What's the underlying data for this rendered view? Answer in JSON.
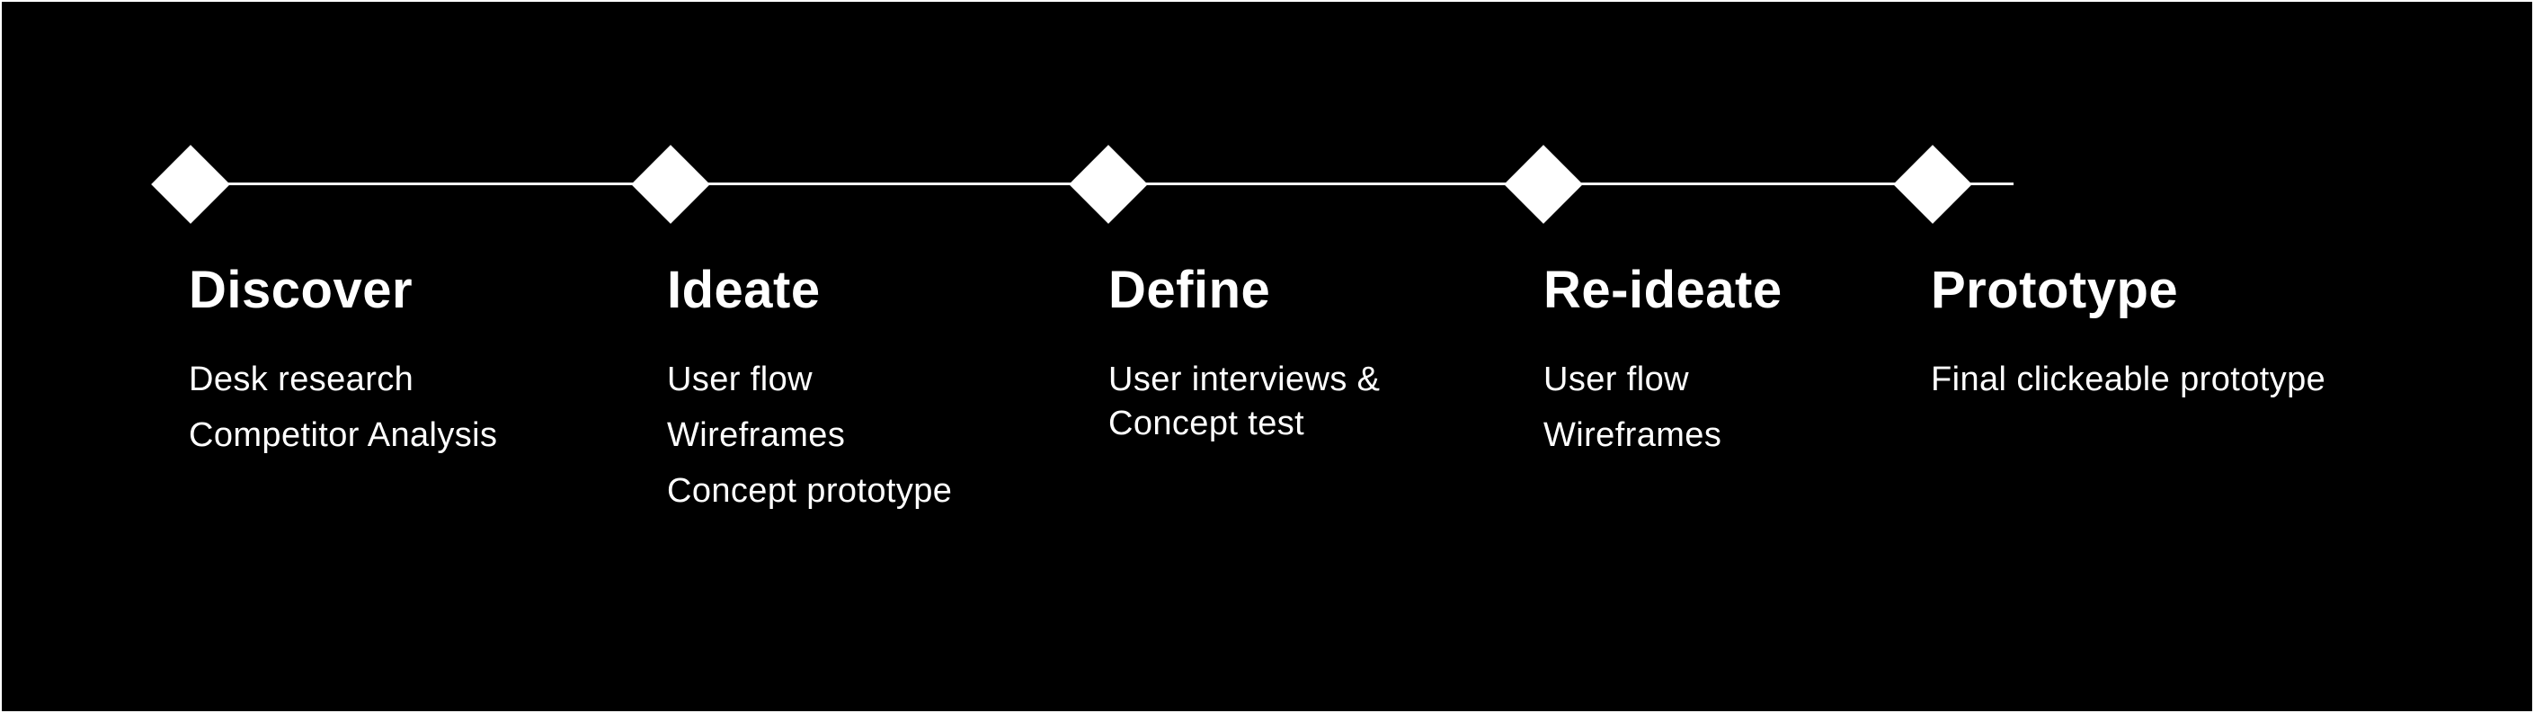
{
  "canvas": {
    "background_color": "#000000",
    "border_color": "#ffffff",
    "text_color": "#ffffff",
    "accent_color": "#ffffff"
  },
  "timeline": {
    "milestone_shape": "diamond",
    "phases": [
      {
        "title": "Discover",
        "items": [
          "Desk research",
          "Competitor Analysis"
        ]
      },
      {
        "title": "Ideate",
        "items": [
          "User flow",
          "Wireframes",
          "Concept prototype"
        ]
      },
      {
        "title": "Define",
        "items": [
          "User interviews &\nConcept test"
        ]
      },
      {
        "title": "Re-ideate",
        "items": [
          "User flow",
          "Wireframes"
        ]
      },
      {
        "title": "Prototype",
        "items": [
          "Final clickeable prototype"
        ]
      }
    ]
  }
}
